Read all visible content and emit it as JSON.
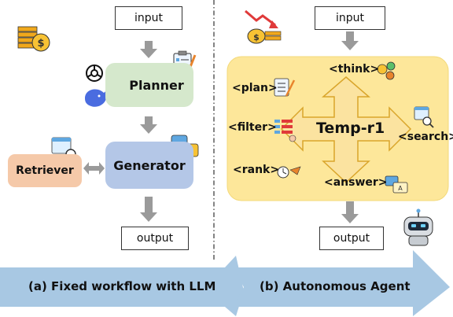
{
  "left": {
    "input": "input",
    "planner": "Planner",
    "generator": "Generator",
    "retriever": "Retriever",
    "output": "output",
    "caption": "(a) Fixed workflow with LLM"
  },
  "right": {
    "input": "input",
    "center": "Temp-r1",
    "think": "<think>",
    "plan": "<plan>",
    "filter": "<filter>",
    "search": "<search>",
    "rank": "<rank>",
    "answer": "<answer>",
    "output": "output",
    "caption": "(b) Autonomous Agent"
  },
  "colors": {
    "planner_fill": "#d5e8cc",
    "generator_fill": "#b4c7e7",
    "retriever_fill": "#f5c9a9",
    "agent_panel": "#fde79a",
    "center_arrow": "#fbe3a0",
    "bottom_arrow": "#a8c8e3",
    "gray_arrow": "#9a9a9a"
  },
  "icons": [
    "coins-icon",
    "checklist-icon",
    "openai-logo-icon",
    "whale-logo-icon",
    "chat-icon",
    "magnifier-doc-icon",
    "falling-coins-icon",
    "bulb-gear-icon",
    "filter-list-icon",
    "rocket-icon",
    "robot-icon"
  ]
}
